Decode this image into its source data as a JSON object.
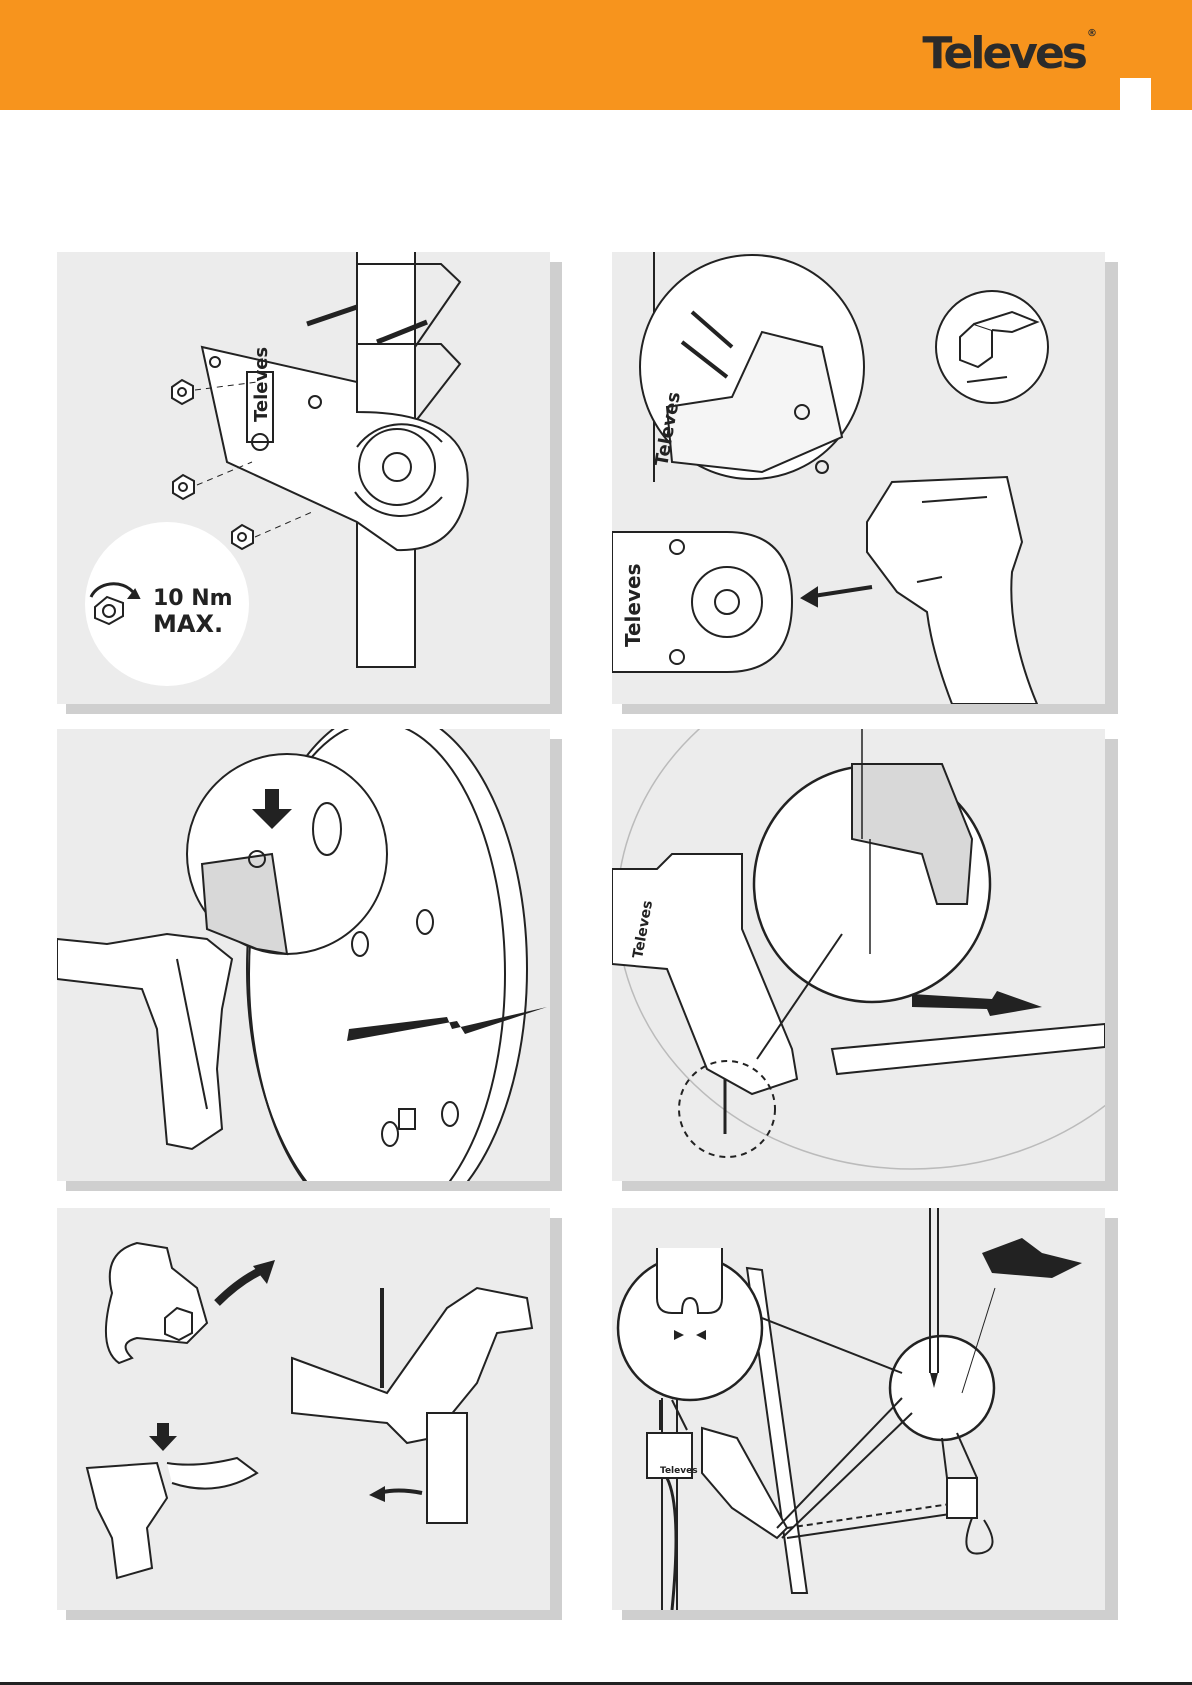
{
  "header": {
    "brand": "Televes",
    "brand_mark": "®"
  },
  "panels": {
    "p1": {
      "torque_value": "10 Nm",
      "torque_max": "MAX.",
      "bracket_logo": "Televes"
    },
    "p2": {
      "bracket_logo": "Televes"
    },
    "p4": {
      "bracket_logo": "Televes"
    },
    "p6": {
      "bracket_logo": "Televes"
    }
  },
  "colors": {
    "header": "#f7941d",
    "panel": "#ececec",
    "line": "#222222"
  }
}
